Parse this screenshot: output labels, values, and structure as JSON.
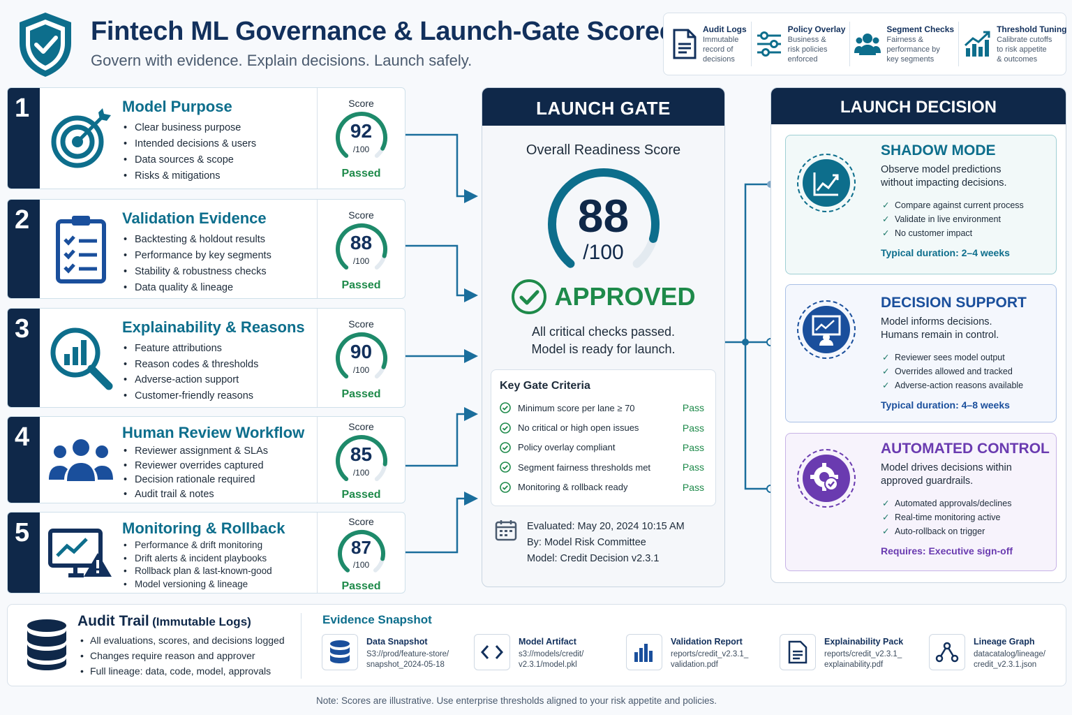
{
  "header": {
    "title": "Fintech ML Governance & Launch-Gate Scorecard",
    "subtitle": "Govern with evidence. Explain decisions. Launch safely.",
    "features": [
      {
        "title": "Audit Logs",
        "desc": "Immutable\nrecord of\ndecisions",
        "icon": "document-icon"
      },
      {
        "title": "Policy Overlay",
        "desc": "Business &\nrisk policies\nenforced",
        "icon": "sliders-icon"
      },
      {
        "title": "Segment Checks",
        "desc": "Fairness &\nperformance by\nkey segments",
        "icon": "users-icon"
      },
      {
        "title": "Threshold Tuning",
        "desc": "Calibrate cutoffs\nto risk appetite\n& outcomes",
        "icon": "bar-chart-up-icon"
      }
    ]
  },
  "lanes": [
    {
      "num": "1",
      "title": "Model Purpose",
      "items": [
        "Clear business purpose",
        "Intended decisions & users",
        "Data sources & scope",
        "Risks & mitigations"
      ],
      "score_label": "Score",
      "score": 92,
      "denominator": "/100",
      "status": "Passed"
    },
    {
      "num": "2",
      "title": "Validation Evidence",
      "items": [
        "Backtesting & holdout results",
        "Performance by key segments",
        "Stability & robustness checks",
        "Data quality & lineage"
      ],
      "score_label": "Score",
      "score": 88,
      "denominator": "/100",
      "status": "Passed"
    },
    {
      "num": "3",
      "title": "Explainability & Reasons",
      "items": [
        "Feature attributions",
        "Reason codes & thresholds",
        "Adverse-action support",
        "Customer-friendly reasons"
      ],
      "score_label": "Score",
      "score": 90,
      "denominator": "/100",
      "status": "Passed"
    },
    {
      "num": "4",
      "title": "Human Review Workflow",
      "items": [
        "Reviewer assignment & SLAs",
        "Reviewer overrides captured",
        "Decision rationale required",
        "Audit trail & notes"
      ],
      "score_label": "Score",
      "score": 85,
      "denominator": "/100",
      "status": "Passed"
    },
    {
      "num": "5",
      "title": "Monitoring & Rollback",
      "items": [
        "Performance & drift monitoring",
        "Drift alerts & incident playbooks",
        "Rollback plan & last-known-good",
        "Model versioning & lineage"
      ],
      "score_label": "Score",
      "score": 87,
      "denominator": "/100",
      "status": "Passed"
    }
  ],
  "gate": {
    "heading": "LAUNCH GATE",
    "overall_label": "Overall Readiness Score",
    "score": 88,
    "denominator": "/100",
    "status": "APPROVED",
    "message": "All critical checks passed.\nModel is ready for launch.",
    "criteria_title": "Key Gate Criteria",
    "criteria": [
      {
        "label": "Minimum score per lane ≥ 70",
        "result": "Pass"
      },
      {
        "label": "No critical or high open issues",
        "result": "Pass"
      },
      {
        "label": "Policy overlay compliant",
        "result": "Pass"
      },
      {
        "label": "Segment fairness thresholds met",
        "result": "Pass"
      },
      {
        "label": "Monitoring & rollback ready",
        "result": "Pass"
      }
    ],
    "evaluated": "Evaluated: May 20, 2024 10:15 AM",
    "by": "By: Model Risk Committee",
    "model": "Model: Credit Decision v2.3.1"
  },
  "decision": {
    "heading": "LAUNCH DECISION",
    "options": [
      {
        "title": "SHADOW MODE",
        "desc": "Observe model predictions\nwithout impacting decisions.",
        "items": [
          "Compare against current process",
          "Validate in live environment",
          "No customer impact"
        ],
        "footer": "Typical duration: 2–4 weeks",
        "color": "#0d6e8c"
      },
      {
        "title": "DECISION SUPPORT",
        "desc": "Model informs decisions.\nHumans remain in control.",
        "items": [
          "Reviewer sees model output",
          "Overrides allowed and tracked",
          "Adverse-action reasons available"
        ],
        "footer": "Typical duration: 4–8 weeks",
        "color": "#1a4f9c"
      },
      {
        "title": "AUTOMATED CONTROL",
        "desc": "Model drives decisions within\napproved guardrails.",
        "items": [
          "Automated approvals/declines",
          "Real-time monitoring active",
          "Auto-rollback on trigger"
        ],
        "footer": "Requires: Executive sign-off",
        "color": "#6a3bb0"
      }
    ]
  },
  "audit": {
    "title": "Audit Trail",
    "title_suffix": "(Immutable Logs)",
    "items": [
      "All evaluations, scores, and decisions logged",
      "Changes require reason and approver",
      "Full lineage: data, code, model, approvals"
    ]
  },
  "evidence": {
    "title": "Evidence Snapshot",
    "items": [
      {
        "title": "Data Snapshot",
        "path": "S3://prod/feature-store/\nsnapshot_2024-05-18",
        "icon": "database-icon"
      },
      {
        "title": "Model Artifact",
        "path": "s3://models/credit/\nv2.3.1/model.pkl",
        "icon": "code-icon"
      },
      {
        "title": "Validation Report",
        "path": "reports/credit_v2.3.1_\nvalidation.pdf",
        "icon": "bar-chart-icon"
      },
      {
        "title": "Explainability Pack",
        "path": "reports/credit_v2.3.1_\nexplainability.pdf",
        "icon": "document-icon"
      },
      {
        "title": "Lineage Graph",
        "path": "datacatalog/lineage/\ncredit_v2.3.1.json",
        "icon": "graph-icon"
      }
    ]
  },
  "note": "Note: Scores are illustrative. Use enterprise thresholds aligned to your risk appetite and policies.",
  "colors": {
    "navy": "#0f2849",
    "teal": "#0d6e8c",
    "pass": "#1e8a4a",
    "purple": "#6a3bb0"
  }
}
